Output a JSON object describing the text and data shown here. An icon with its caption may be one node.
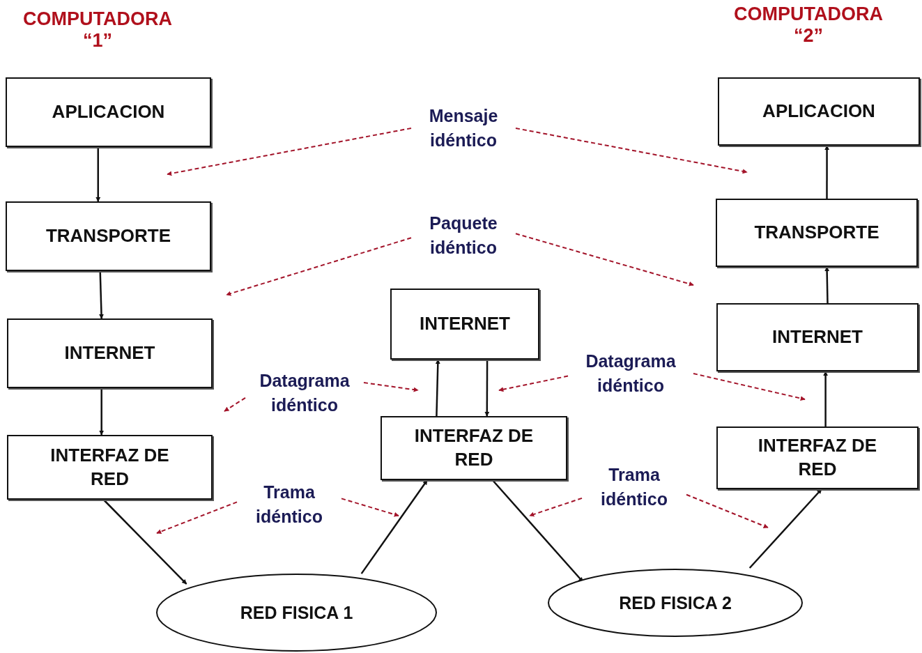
{
  "diagram": {
    "nodes": [
      {
        "text": [
          "APLICACION"
        ]
      },
      {
        "text": [
          "TRANSPORTE"
        ]
      },
      {
        "text": [
          "INTERNET"
        ]
      },
      {
        "text": [
          "INTERFAZ DE RED"
        ]
      },
      {
        "text": [
          "INTERNET"
        ]
      },
      {
        "text": [
          "INTERFAZ DE RED"
        ]
      },
      {
        "text": [
          "APLICACION"
        ]
      },
      {
        "text": [
          "TRANSPORTE"
        ]
      },
      {
        "text": [
          "INTERNET"
        ]
      },
      {
        "text": [
          "INTERFAZ DE RED"
        ]
      },
      {
        "text": [
          "RED FISICA 1"
        ]
      },
      {
        "text": [
          "RED FISICA 2"
        ]
      },
      {
        "text": [
          "Mensaje idéntico"
        ]
      },
      {
        "text": [
          "Paquete idéntico"
        ]
      },
      {
        "text": [
          "Datagrama idéntico"
        ]
      },
      {
        "text": [
          "Datagrama idéntico"
        ]
      },
      {
        "text": [
          "Trama idéntico"
        ]
      },
      {
        "text": [
          "Trama idéntico"
        ]
      }
    ],
    "edges": [
      {
        "from": 0,
        "to": 1,
        "arrow": "to"
      },
      {
        "from": 1,
        "to": 2,
        "arrow": "to"
      },
      {
        "from": 2,
        "to": 3,
        "arrow": "to"
      },
      {
        "from": 3,
        "to": 10,
        "arrow": "to"
      },
      {
        "from": 10,
        "to": 5,
        "arrow": "to"
      },
      {
        "from": 5,
        "to": 4,
        "arrow": "to"
      },
      {
        "from": 4,
        "to": 5,
        "arrow": "to"
      },
      {
        "from": 5,
        "to": 11,
        "arrow": "to"
      },
      {
        "from": 11,
        "to": 9,
        "arrow": "to"
      },
      {
        "from": 9,
        "to": 8,
        "arrow": "to"
      },
      {
        "from": 8,
        "to": 7,
        "arrow": "to"
      },
      {
        "from": 7,
        "to": 6,
        "arrow": "to"
      },
      {
        "from": 12,
        "to": null,
        "arrow": "to",
        "style": "dashed",
        "color": "#a3142a"
      },
      {
        "from": 12,
        "to": null,
        "arrow": "to",
        "style": "dashed",
        "color": "#a3142a"
      },
      {
        "from": 13,
        "to": null,
        "arrow": "to",
        "style": "dashed",
        "color": "#a3142a"
      },
      {
        "from": 13,
        "to": null,
        "arrow": "to",
        "style": "dashed",
        "color": "#a3142a"
      },
      {
        "from": 14,
        "to": null,
        "arrow": "to",
        "style": "dashed",
        "color": "#a3142a"
      },
      {
        "from": 14,
        "to": null,
        "arrow": "to",
        "style": "dashed",
        "color": "#a3142a"
      },
      {
        "from": 15,
        "to": null,
        "arrow": "to",
        "style": "dashed",
        "color": "#a3142a"
      },
      {
        "from": 15,
        "to": null,
        "arrow": "to",
        "style": "dashed",
        "color": "#a3142a"
      },
      {
        "from": 16,
        "to": null,
        "arrow": "to",
        "style": "dashed",
        "color": "#a3142a"
      },
      {
        "from": 16,
        "to": null,
        "arrow": "to",
        "style": "dashed",
        "color": "#a3142a"
      },
      {
        "from": 17,
        "to": null,
        "arrow": "to",
        "style": "dashed",
        "color": "#a3142a"
      },
      {
        "from": 17,
        "to": null,
        "arrow": "to",
        "style": "dashed",
        "color": "#a3142a"
      }
    ],
    "labels": [
      "COMPUTADORA “1”",
      "COMPUTADORA “2”"
    ]
  }
}
